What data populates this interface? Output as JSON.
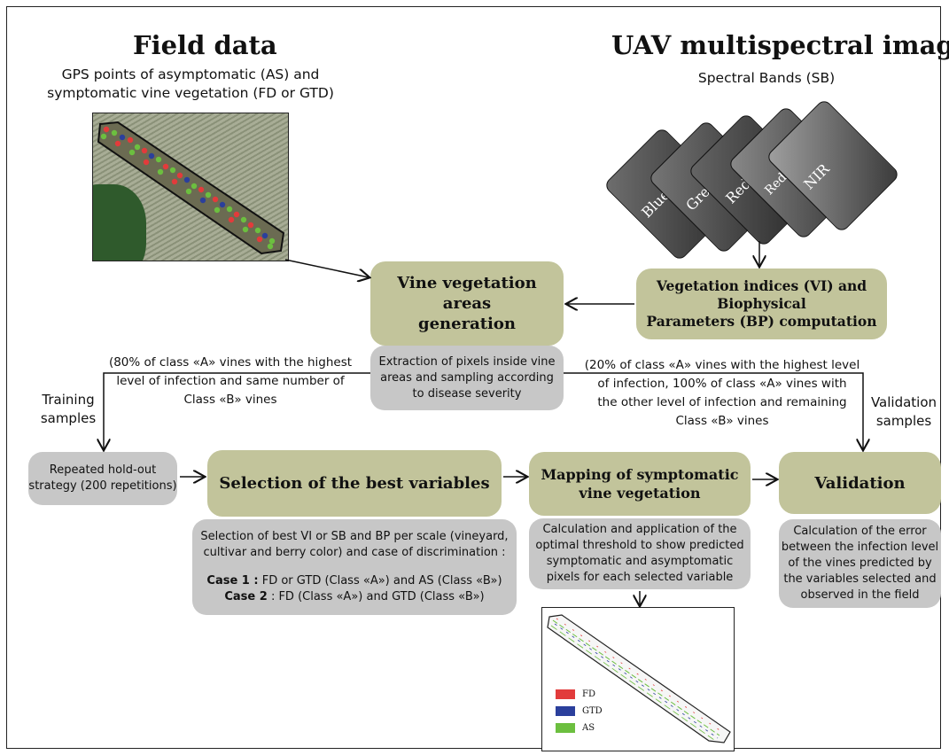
{
  "field": {
    "title": "Field data",
    "subtitle_l1": "GPS points of asymptomatic (AS)  and",
    "subtitle_l2": "symptomatic vine vegetation (FD or GTD)"
  },
  "uav": {
    "title": "UAV multispectral images",
    "subtitle": "Spectral Bands (SB)",
    "bands": [
      "Blue",
      "Green",
      "Red",
      "Red-Edge",
      "NIR"
    ]
  },
  "boxes": {
    "vine_areas_l1": "Vine vegetation",
    "vine_areas_l2": "areas",
    "vine_areas_l3": "generation",
    "vi_l1": "Vegetation indices (VI) and",
    "vi_l2": "Biophysical",
    "vi_l3": "Parameters (BP) computation",
    "extraction_l1": "Extraction of pixels inside vine",
    "extraction_l2": "areas and sampling according",
    "extraction_l3": "to disease severity",
    "holdout_l1": "Repeated hold-out",
    "holdout_l2": "strategy (200 repetitions)",
    "selection": "Selection of the best variables",
    "selection_desc_l1": "Selection of best VI or SB and BP  per scale  (vineyard,",
    "selection_desc_l2": "cultivar and berry color) and case of discrimination :",
    "case1_bold": "Case 1 :",
    "case1_text": " FD or GTD (Class «A»)  and AS  (Class «B»)",
    "case2_bold": "Case 2",
    "case2_text": " : FD  (Class «A») and GTD (Class «B»)",
    "mapping_l1": "Mapping of symptomatic",
    "mapping_l2": "vine vegetation",
    "mapping_desc_l1": "Calculation and application of the",
    "mapping_desc_l2": "optimal threshold to show  predicted",
    "mapping_desc_l3": "symptomatic and asymptomatic",
    "mapping_desc_l4": "pixels for each selected variable",
    "validation": "Validation",
    "validation_desc_l1": "Calculation of the error",
    "validation_desc_l2": "between the infection level",
    "validation_desc_l3": "of the vines predicted by",
    "validation_desc_l4": "the variables selected and",
    "validation_desc_l5": "observed in the field"
  },
  "notes": {
    "left_l1": "(80% of  class «A» vines with the highest",
    "left_l2": "level of infection and  same number of",
    "left_l3": "Class «B» vines",
    "right_l1": "(20% of  class «A» vines with the highest level",
    "right_l2": "of infection, 100%  of class «A» vines  with",
    "right_l3": "the other level of infection  and remaining",
    "right_l4": "Class «B» vines",
    "training_l1": "Training",
    "training_l2": "samples",
    "validation_l1": "Validation",
    "validation_l2": "samples"
  },
  "legend": [
    {
      "label": "FD",
      "color": "#e23b3b"
    },
    {
      "label": "GTD",
      "color": "#2b3f9c"
    },
    {
      "label": "AS",
      "color": "#6cbf3f"
    }
  ],
  "colors": {
    "olive": "#c2c49b",
    "grey": "#c7c7c7"
  }
}
